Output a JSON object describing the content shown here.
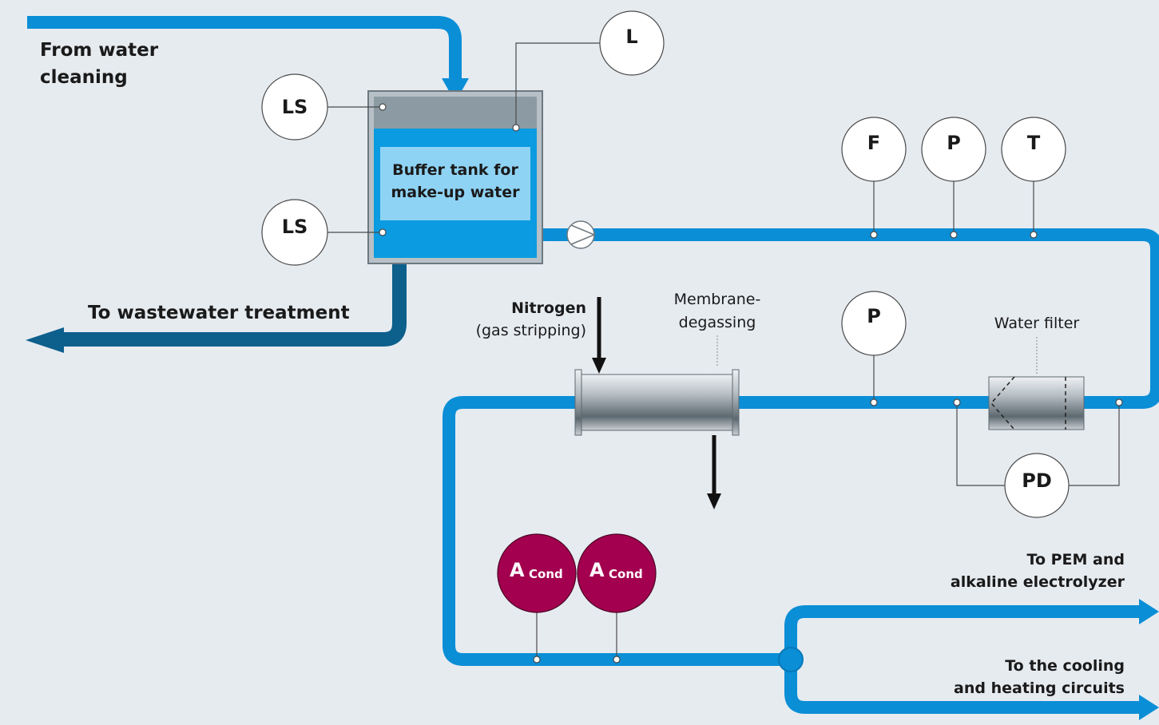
{
  "labels": {
    "from_water_line1": "From water",
    "from_water_line2": "cleaning",
    "to_wastewater": "To wastewater treatment",
    "tank_line1": "Buffer tank for",
    "tank_line2": "make-up water",
    "nitrogen_line1": "Nitrogen",
    "nitrogen_line2": "(gas stripping)",
    "membrane_line1": "Membrane-",
    "membrane_line2": "degassing",
    "water_filter": "Water filter",
    "to_pem_line1": "To PEM and",
    "to_pem_line2": "alkaline electrolyzer",
    "to_cooling_line1": "To the cooling",
    "to_cooling_line2": "and heating circuits"
  },
  "instruments": {
    "ls_top": "LS",
    "ls_bottom": "LS",
    "level": "L",
    "flow": "F",
    "pressure_top": "P",
    "temperature": "T",
    "pressure_mid": "P",
    "pressure_diff": "PD"
  },
  "analyzers": {
    "a1_main": "A",
    "a1_sub": "Cond",
    "a2_main": "A",
    "a2_sub": "Cond"
  },
  "colors": {
    "background": "#e6ebf0",
    "pipe": "#0a8ed6",
    "pipe_dark": "#0d5f8c",
    "water": "#0a9be0",
    "tank_label_bg": "#8fd3f4",
    "analyzer": "#a3004f"
  }
}
